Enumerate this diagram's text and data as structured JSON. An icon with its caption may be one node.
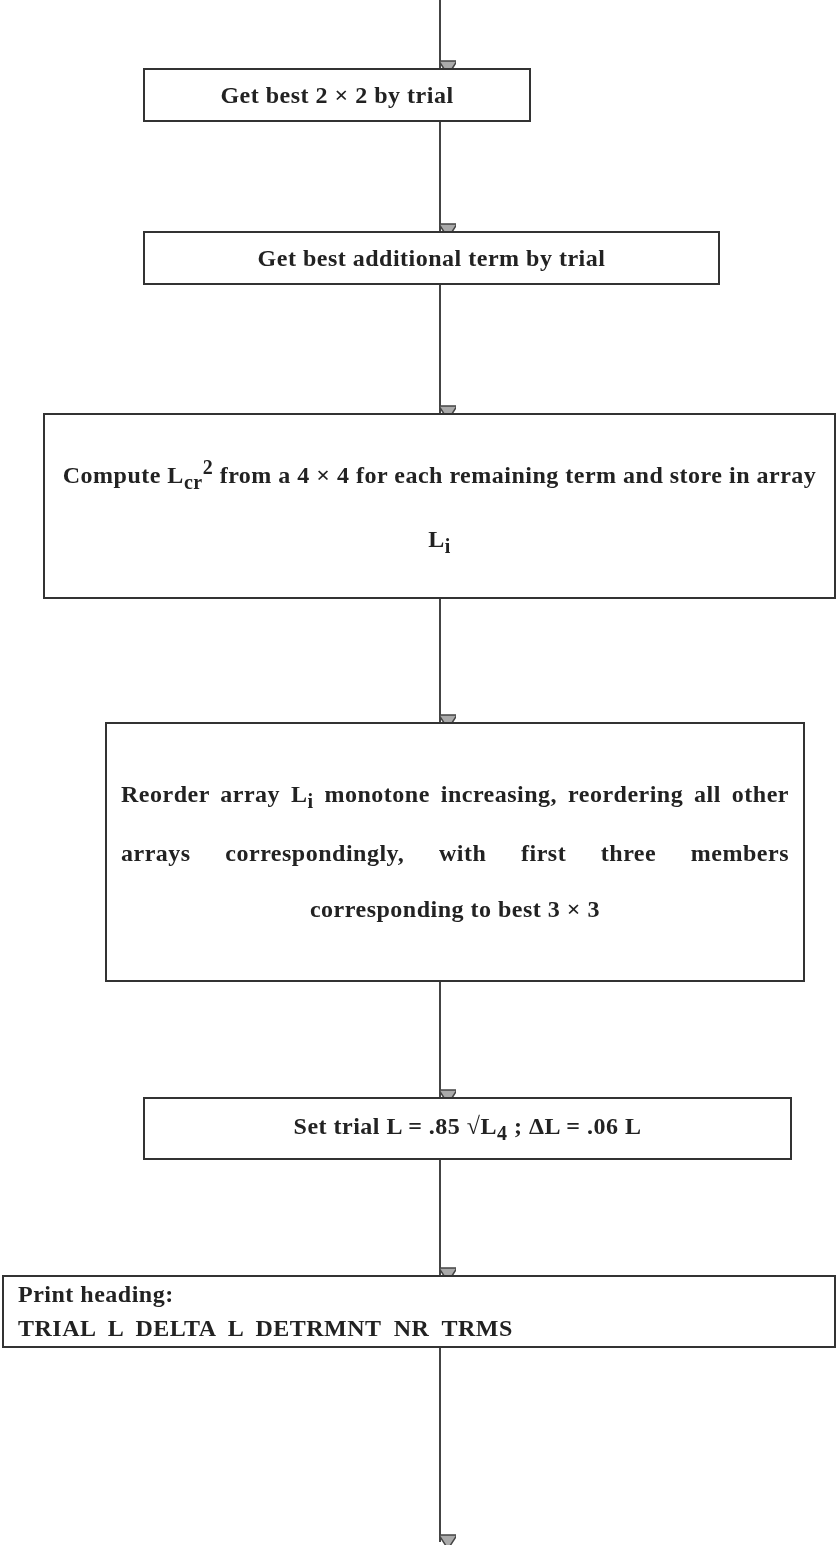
{
  "diagram": {
    "nodes": [
      {
        "text": [
          "Get best 2 × 2 by trial"
        ]
      },
      {
        "text": [
          "Get best additional term by trial"
        ]
      },
      {
        "text": [
          "Compute L$_{cr}$$^{2}$ from a 4 × 4 for each remaining term and store in array L$_{i}$"
        ]
      },
      {
        "text": [
          "Reorder array L$_{i}$ monotone increasing, reordering all other arrays correspondingly, with first three members corresponding to best 3 × 3"
        ]
      },
      {
        "text": [
          "Set trial L = .85 √L$_{4}$ ; ΔL = .06 L"
        ]
      },
      {
        "text": [
          "Print heading:",
          "TRIAL L DELTA L DETRMNT NR TRMS"
        ]
      }
    ],
    "edges": [
      {
        "from": null,
        "to": 0,
        "arrow": "to"
      },
      {
        "from": 0,
        "to": 1,
        "arrow": "to"
      },
      {
        "from": 1,
        "to": 2,
        "arrow": "to"
      },
      {
        "from": 2,
        "to": 3,
        "arrow": "to"
      },
      {
        "from": 3,
        "to": 4,
        "arrow": "to"
      },
      {
        "from": 4,
        "to": 5,
        "arrow": "to"
      },
      {
        "from": 5,
        "to": null,
        "arrow": "to"
      }
    ]
  }
}
